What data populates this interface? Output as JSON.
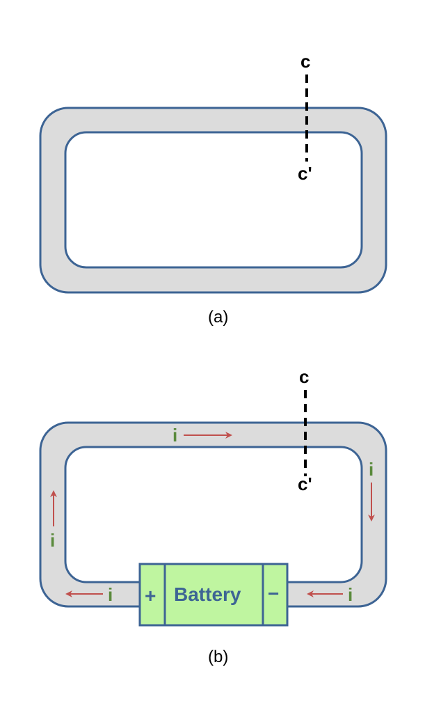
{
  "figure_a": {
    "caption": "(a)",
    "cut_top_label": "c",
    "cut_bottom_label": "c'"
  },
  "figure_b": {
    "caption": "(b)",
    "cut_top_label": "c",
    "cut_bottom_label": "c'",
    "battery": {
      "label": "Battery",
      "plus_label": "+",
      "minus_label": "−"
    },
    "currents": [
      {
        "label": "i",
        "position": "top",
        "direction": "right"
      },
      {
        "label": "i",
        "position": "right",
        "direction": "down"
      },
      {
        "label": "i",
        "position": "bottom-right",
        "direction": "left"
      },
      {
        "label": "i",
        "position": "bottom-left",
        "direction": "left"
      },
      {
        "label": "i",
        "position": "left",
        "direction": "up"
      }
    ]
  },
  "colors": {
    "core_fill": "#dcdcdc",
    "core_stroke": "#3d6494",
    "battery_fill": "#bff5a0",
    "battery_stroke": "#3d6494",
    "current_label": "#5a8a3c",
    "arrow": "#c0504d",
    "cut_line": "#000000"
  }
}
